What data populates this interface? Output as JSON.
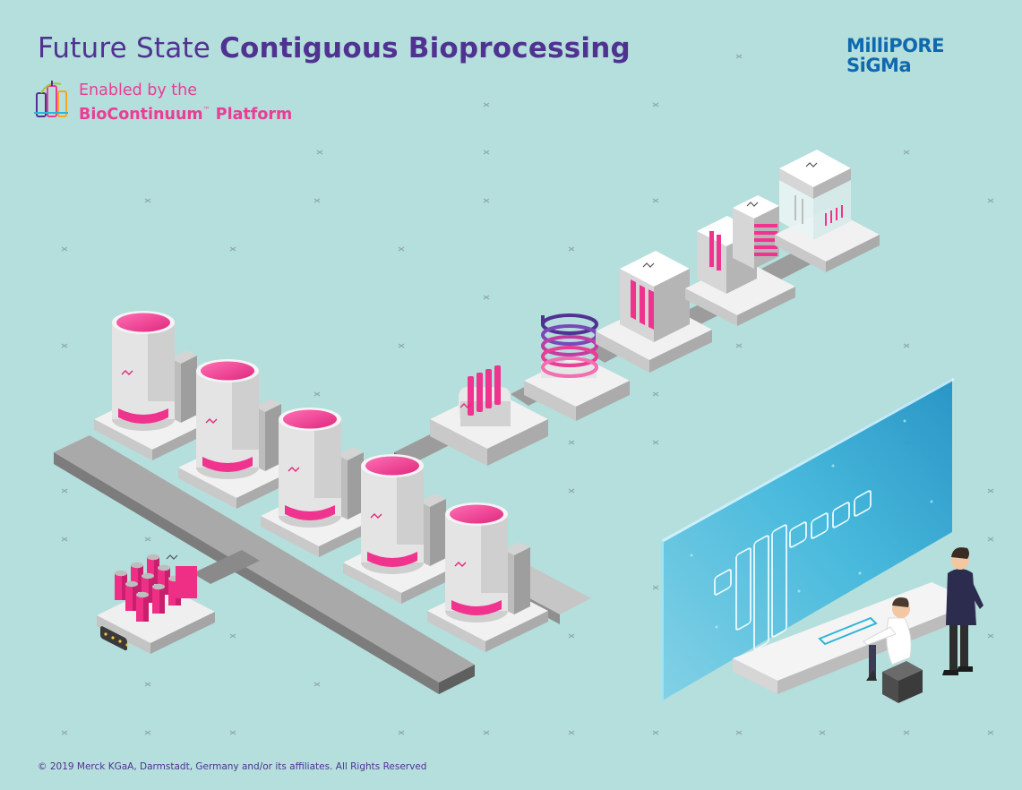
{
  "header": {
    "title_light": "Future State",
    "title_bold": "Contiguous Bioprocessing",
    "subtitle_line1": "Enabled by the",
    "subtitle_line2": "BioContinuum",
    "subtitle_tm": "™",
    "subtitle_line2_suffix": "Platform"
  },
  "logo": {
    "line1": "MilliPORE",
    "line2": "SiGMa"
  },
  "footer": {
    "copyright": "© 2019 Merck KGaA, Darmstadt, Germany and/or its affiliates. All Rights Reserved"
  },
  "colors": {
    "background": "#b4dfdc",
    "brand_purple": "#503291",
    "brand_pink": "#eb3c96",
    "logo_blue": "#0f69af",
    "equipment_grey": "#dcdcdc",
    "screen_cyan": "#2ab6d6"
  },
  "icons": [
    "platform-icon",
    "merck-m-icon",
    "coil-icon",
    "bioreactor-icon"
  ]
}
